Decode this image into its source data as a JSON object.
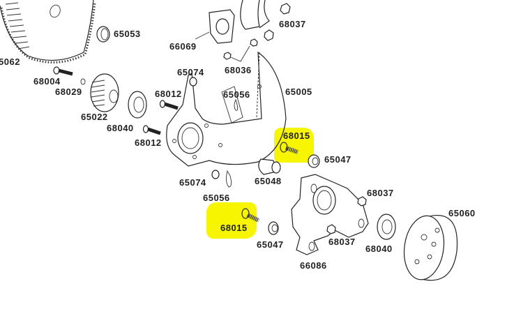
{
  "diagram": {
    "type": "exploded-parts-diagram",
    "highlight_color": "#f7f500",
    "parts": [
      {
        "id": "65062",
        "label": "5062",
        "name": "spur-gear"
      },
      {
        "id": "65053",
        "label": "65053",
        "name": "bushing"
      },
      {
        "id": "66069",
        "label": "66069",
        "name": "mount-bracket"
      },
      {
        "id": "68037a",
        "label": "68037",
        "name": "nut-top"
      },
      {
        "id": "68036",
        "label": "68036",
        "name": "nut-pair"
      },
      {
        "id": "68004",
        "label": "68004",
        "name": "screw"
      },
      {
        "id": "68029",
        "label": "68029",
        "name": "washer"
      },
      {
        "id": "65074a",
        "label": "65074",
        "name": "collar-top"
      },
      {
        "id": "68012a",
        "label": "68012",
        "name": "screw-top"
      },
      {
        "id": "65056a",
        "label": "65056",
        "name": "clip-top"
      },
      {
        "id": "65005",
        "label": "65005",
        "name": "plate"
      },
      {
        "id": "65022",
        "label": "65022",
        "name": "pinion-gear"
      },
      {
        "id": "68040a",
        "label": "68040",
        "name": "bearing-left"
      },
      {
        "id": "68012b",
        "label": "68012",
        "name": "screw-bottom"
      },
      {
        "id": "68015a",
        "label": "68015",
        "name": "screw-highlighted-top",
        "highlighted": true
      },
      {
        "id": "65047a",
        "label": "65047",
        "name": "collar-top-right"
      },
      {
        "id": "65048",
        "label": "65048",
        "name": "spacer"
      },
      {
        "id": "65074b",
        "label": "65074",
        "name": "collar-bottom"
      },
      {
        "id": "65056b",
        "label": "65056",
        "name": "clip-bottom"
      },
      {
        "id": "68037b",
        "label": "68037",
        "name": "nut-right"
      },
      {
        "id": "68015b",
        "label": "68015",
        "name": "screw-highlighted-bottom",
        "highlighted": true
      },
      {
        "id": "65047b",
        "label": "65047",
        "name": "collar-bottom"
      },
      {
        "id": "68037c",
        "label": "68037",
        "name": "nut-bottom"
      },
      {
        "id": "68040b",
        "label": "68040",
        "name": "bearing-right"
      },
      {
        "id": "65060",
        "label": "65060",
        "name": "clutch-bell"
      },
      {
        "id": "66086",
        "label": "66086",
        "name": "carrier"
      }
    ]
  }
}
